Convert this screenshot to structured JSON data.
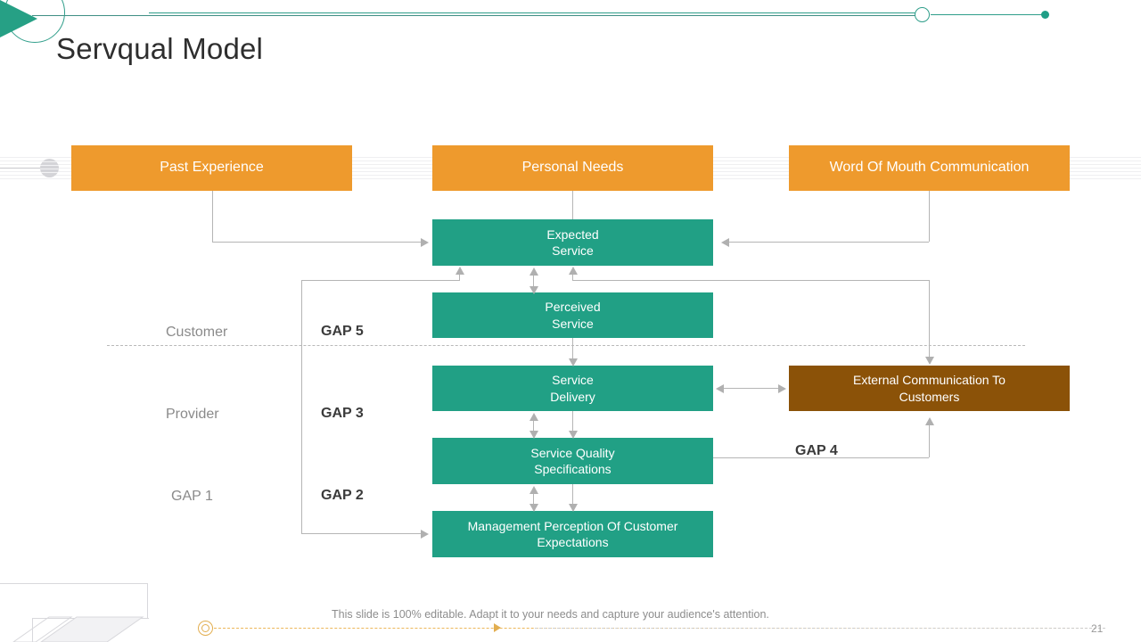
{
  "slide": {
    "title": "Servqual Model",
    "page_number": "21",
    "footer_note": "This slide is 100% editable. Adapt it to your needs and capture your audience's attention."
  },
  "colors": {
    "orange": "#ee9a2d",
    "green": "#21a085",
    "brown": "#8b5208",
    "teal_accent": "#2f9e8a",
    "connector": "#b5b5b5"
  },
  "diagram": {
    "inputs": [
      {
        "id": "past-experience",
        "label": "Past Experience"
      },
      {
        "id": "personal-needs",
        "label": "Personal Needs"
      },
      {
        "id": "word-of-mouth",
        "label": "Word Of Mouth Communication"
      }
    ],
    "nodes": [
      {
        "id": "expected-service",
        "line1": "Expected",
        "line2": "Service"
      },
      {
        "id": "perceived-service",
        "line1": "Perceived",
        "line2": "Service"
      },
      {
        "id": "service-delivery",
        "line1": "Service",
        "line2": "Delivery"
      },
      {
        "id": "service-quality-specifications",
        "line1": "Service Quality",
        "line2": "Specifications"
      },
      {
        "id": "management-perception",
        "line1": "Management Perception Of Customer",
        "line2": "Expectations"
      },
      {
        "id": "external-communication",
        "line1": "External Communication To",
        "line2": "Customers"
      }
    ],
    "side_labels": [
      {
        "id": "customer",
        "label": "Customer"
      },
      {
        "id": "provider",
        "label": "Provider"
      },
      {
        "id": "gap-1",
        "label": "GAP 1"
      }
    ],
    "gap_labels": [
      {
        "id": "gap-5",
        "label": "GAP 5"
      },
      {
        "id": "gap-3",
        "label": "GAP 3"
      },
      {
        "id": "gap-2",
        "label": "GAP 2"
      },
      {
        "id": "gap-4",
        "label": "GAP 4"
      }
    ]
  }
}
